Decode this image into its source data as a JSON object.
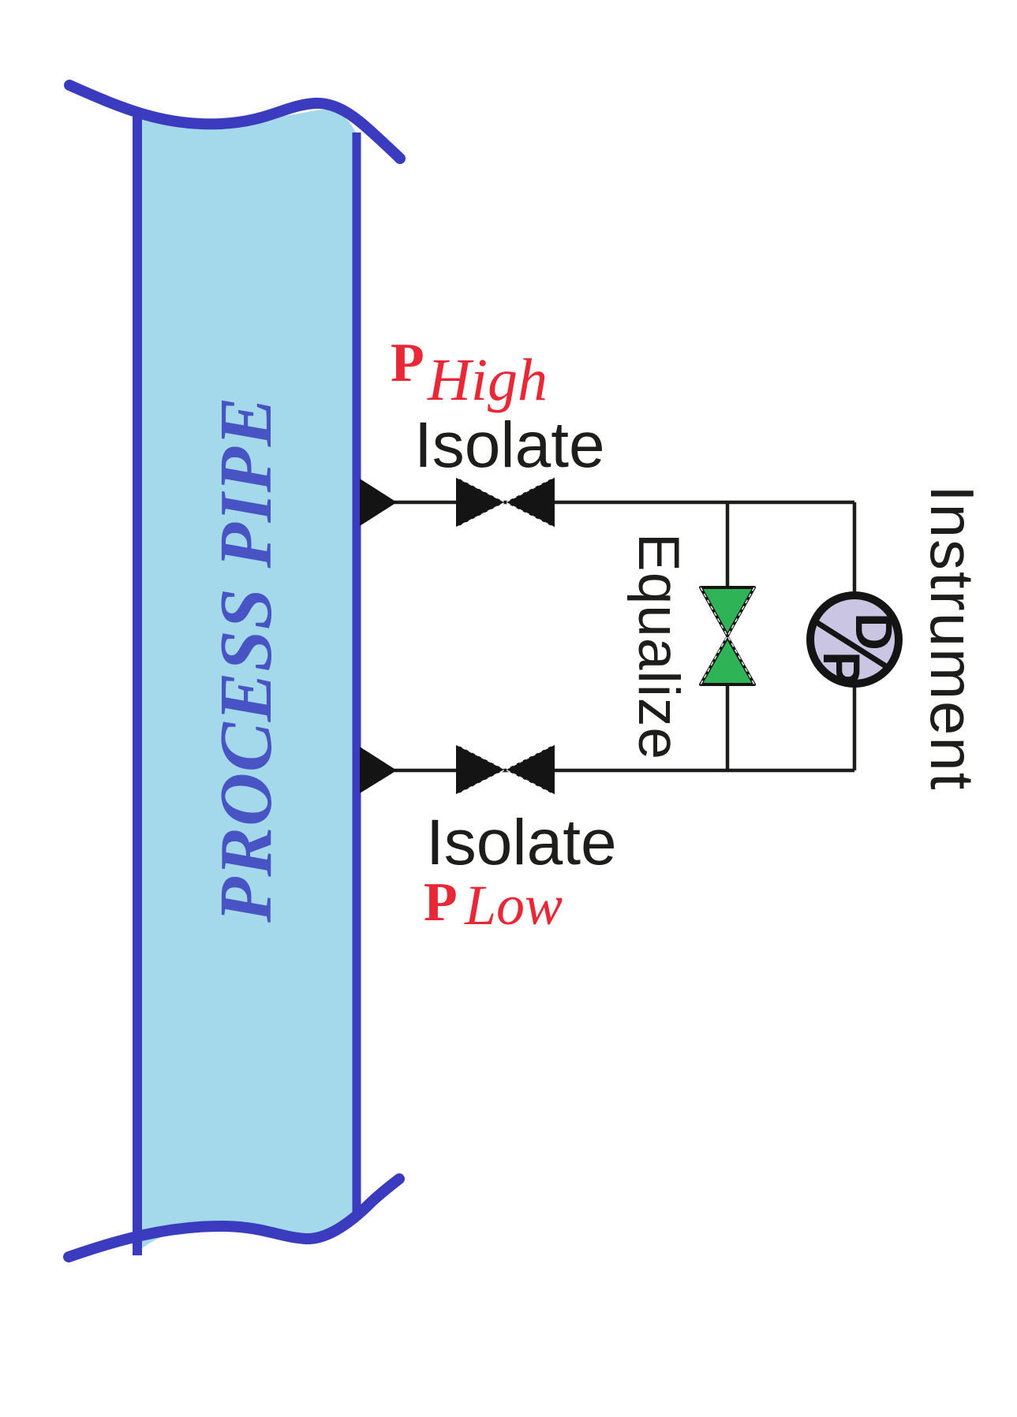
{
  "pipe": {
    "label": "PROCESS PIPE"
  },
  "labels": {
    "p_high": {
      "symbol": "P",
      "subscript": "High"
    },
    "p_low": {
      "symbol": "P",
      "subscript": "Low"
    },
    "isolate_top": "Isolate",
    "isolate_bottom": "Isolate",
    "equalize": "Equalize",
    "instrument": "Instrument"
  },
  "instrument_bubble": {
    "top_letter": "D",
    "bottom_letter": "P"
  },
  "colors": {
    "pipe_fill": "#a3d9ea",
    "pipe_border": "#3a3bbe",
    "pipe_text": "#4853c4",
    "label_red": "#e82737",
    "valve_black": "#141414",
    "valve_green": "#2eb457",
    "instrument_fill": "#cbc5e4",
    "line_black": "#1d1d1b"
  }
}
